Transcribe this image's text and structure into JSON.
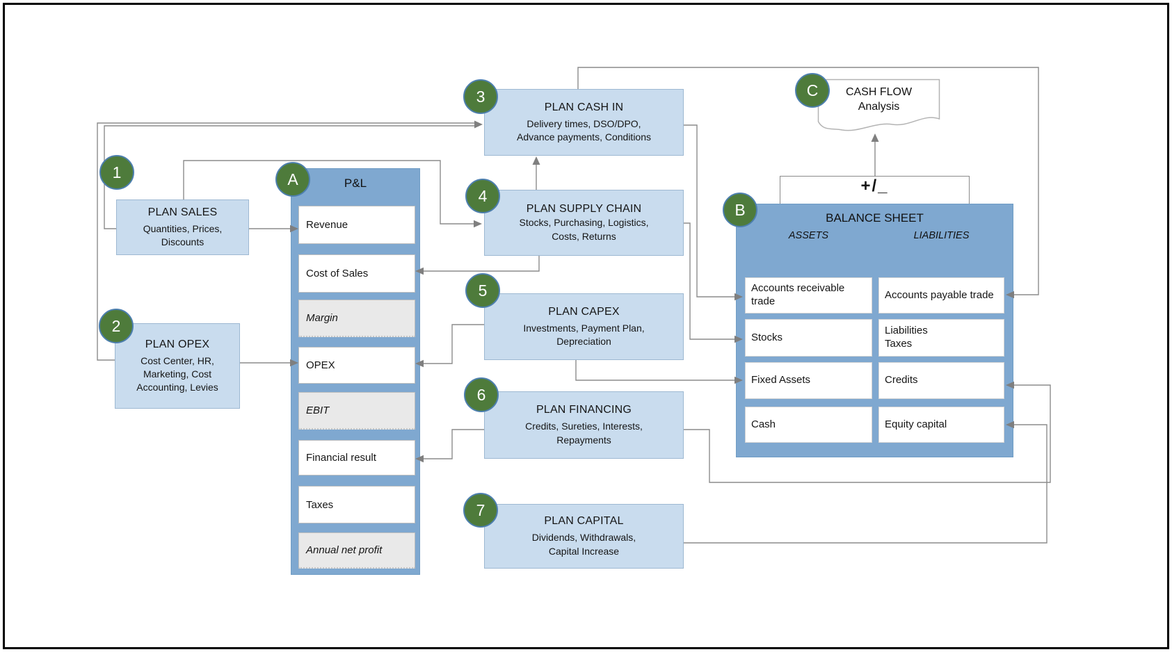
{
  "plan_left": [
    {
      "badge": "1",
      "title": "PLAN SALES",
      "sub": "Quantities, Prices,\nDiscounts"
    },
    {
      "badge": "2",
      "title": "PLAN OPEX",
      "sub": "Cost Center, HR,\nMarketing, Cost\nAccounting, Levies"
    }
  ],
  "pnl": {
    "badge": "A",
    "title": "P&L",
    "rows": [
      "Revenue",
      "Cost of Sales",
      "Margin",
      "OPEX",
      "EBIT",
      "Financial result",
      "Taxes",
      "Annual net profit"
    ]
  },
  "plan_center": [
    {
      "badge": "3",
      "title": "PLAN CASH IN",
      "sub": "Delivery times, DSO/DPO,\nAdvance payments, Conditions"
    },
    {
      "badge": "4",
      "title": "PLAN SUPPLY CHAIN",
      "sub": "Stocks, Purchasing, Logistics,\nCosts, Returns"
    },
    {
      "badge": "5",
      "title": "PLAN CAPEX",
      "sub": "Investments, Payment Plan,\nDepreciation"
    },
    {
      "badge": "6",
      "title": "PLAN FINANCING",
      "sub": "Credits, Sureties, Interests,\nRepayments"
    },
    {
      "badge": "7",
      "title": "PLAN CAPITAL",
      "sub": "Dividends, Withdrawals,\nCapital Increase"
    }
  ],
  "balance_sheet": {
    "badge": "B",
    "title": "BALANCE SHEET",
    "assets_header": "ASSETS",
    "liabilities_header": "LIABILITIES",
    "assets": [
      "Accounts receivable trade",
      "Stocks",
      "Fixed Assets",
      "Cash"
    ],
    "liabilities": [
      "Accounts payable trade",
      "Liabilities\nTaxes",
      "Credits",
      "Equity capital"
    ]
  },
  "cash_flow": {
    "badge": "C",
    "title": "CASH FLOW\nAnalysis"
  },
  "plus_minus_label": "+/_",
  "colors": {
    "box_fill": "#c9dcee",
    "box_border": "#9db8d2",
    "panel_blue": "#7fa8d0",
    "circle_green": "#4e7b3b",
    "circle_border": "#4d7fae",
    "line_gray": "#8c8c8c",
    "cell_gray": "#e9e9e9"
  }
}
